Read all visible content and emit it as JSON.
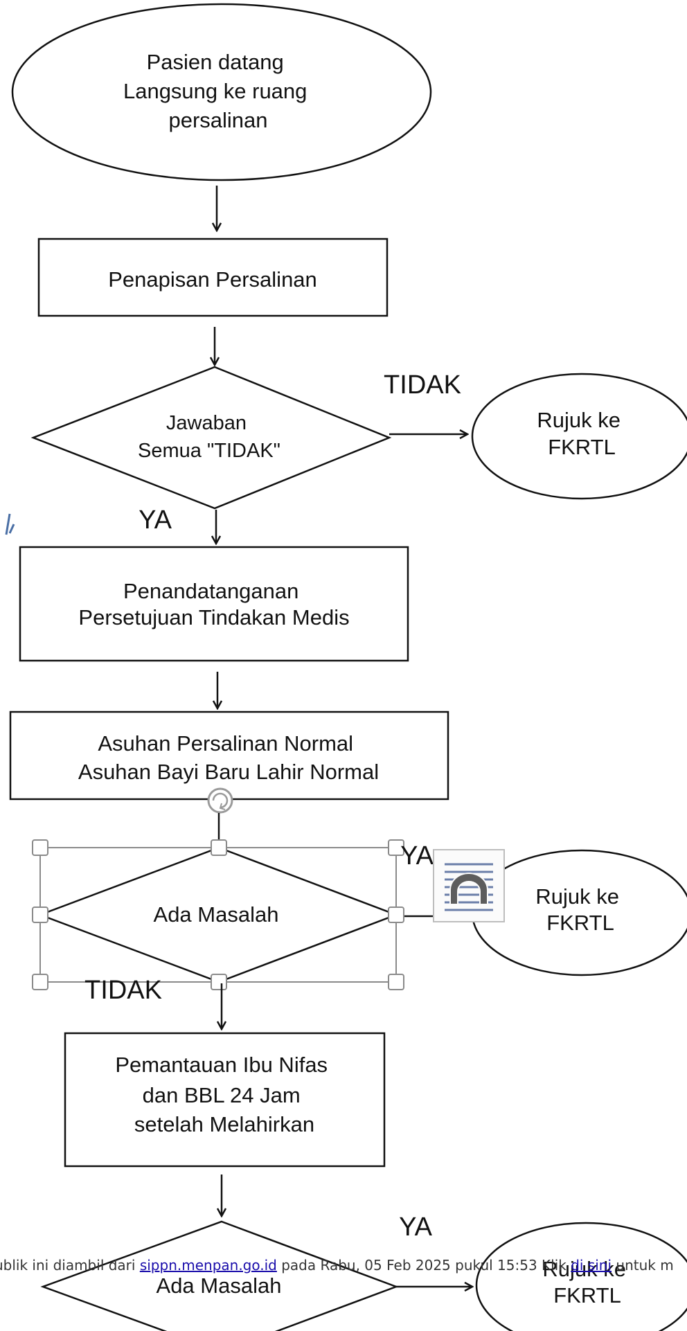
{
  "nodes": {
    "start": [
      "Pasien datang",
      "Langsung ke ruang",
      "persalinan"
    ],
    "screening": "Penapisan Persalinan",
    "decision1": [
      "Jawaban",
      "Semua \"TIDAK\""
    ],
    "refer1": [
      "Rujuk ke",
      "FKRTL"
    ],
    "consent": [
      "Penandatanganan",
      "Persetujuan Tindakan Medis"
    ],
    "care": [
      "Asuhan Persalinan Normal",
      "Asuhan Bayi Baru Lahir Normal"
    ],
    "decision2": "Ada Masalah",
    "refer2": [
      "Rujuk ke",
      "FKRTL"
    ],
    "monitoring": [
      "Pemantauan Ibu Nifas",
      "dan BBL 24 Jam",
      "setelah Melahirkan"
    ],
    "decision3": "Ada Masalah",
    "refer3": [
      "Rujuk ke",
      "FKRTL"
    ]
  },
  "edge_labels": {
    "d1_no": "TIDAK",
    "d1_yes": "YA",
    "d2_yes": "YA",
    "d2_no": "TIDAK",
    "d3_yes": "YA"
  },
  "footer": {
    "prefix": "ublik ini diambil dari ",
    "site_link": "sippn.menpan.go.id",
    "middle": " pada Rabu, 05 Feb 2025 pukul 15:53 Klik ",
    "here_link": "di sini",
    "suffix": " untuk m"
  }
}
